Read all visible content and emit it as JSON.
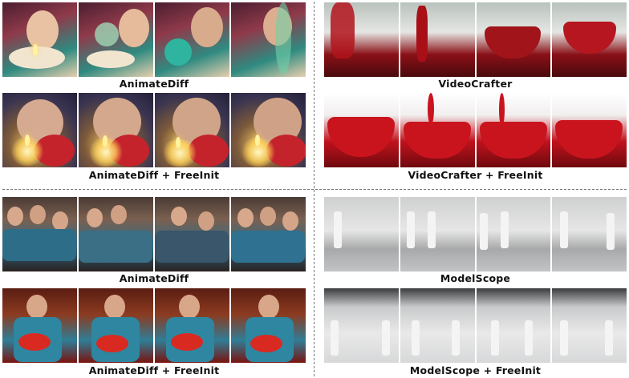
{
  "captions": {
    "tl_top": "AnimateDiff",
    "tl_bottom": "AnimateDiff + FreeInit",
    "tr_top": "VideoCrafter",
    "tr_bottom": "VideoCrafter + FreeInit",
    "bl_top": "AnimateDiff",
    "bl_bottom": "AnimateDiff + FreeInit",
    "br_top": "ModelScope",
    "br_bottom": "ModelScope + FreeInit"
  }
}
